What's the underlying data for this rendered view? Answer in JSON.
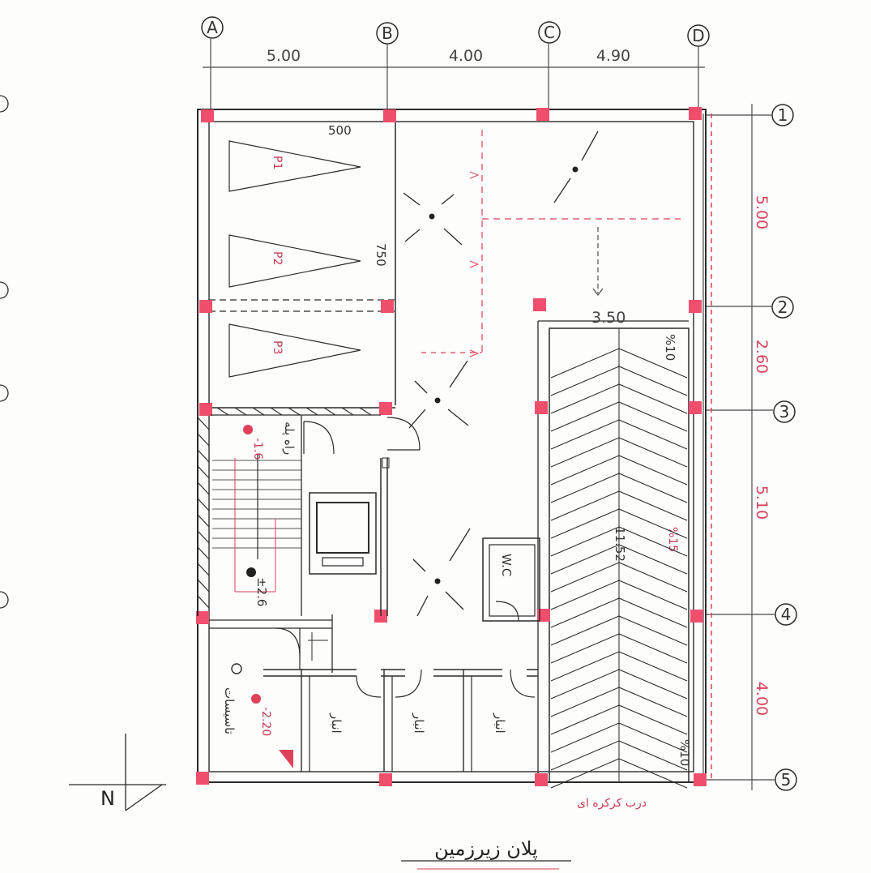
{
  "grid_columns": [
    "A",
    "B",
    "C",
    "D"
  ],
  "grid_rows": [
    "1",
    "2",
    "3",
    "4",
    "5"
  ],
  "top_dimensions": [
    "5.00",
    "4.00",
    "4.90"
  ],
  "right_dimensions": [
    "5.00",
    "2.60",
    "5.10",
    "4.00"
  ],
  "inner_dimensions": {
    "garage_width": "500",
    "garage_depth": "750",
    "ramp_width": "3.50",
    "ramp_length": "11.52",
    "ramp_slope": "%15",
    "ramp_top_slope": "%10",
    "ramp_bottom_slope": "%10"
  },
  "parking_labels": [
    "P1",
    "P2",
    "P3"
  ],
  "room_labels": {
    "stair_level": "±2.6",
    "stair_level_low": "-1.6",
    "wc": "W.C",
    "storage": [
      "انبار",
      "انبار",
      "انبار"
    ],
    "utility": "تاسیسات",
    "utility_level": "-2.20",
    "stairs_note": "راه پله",
    "ramp_door": "درب کرکره ای"
  },
  "title": "پلان زیرزمین",
  "north_label": "N",
  "colors": {
    "column": "#ef4f6c",
    "ink": "#2b2b2b",
    "red_ink": "#e0405a"
  }
}
